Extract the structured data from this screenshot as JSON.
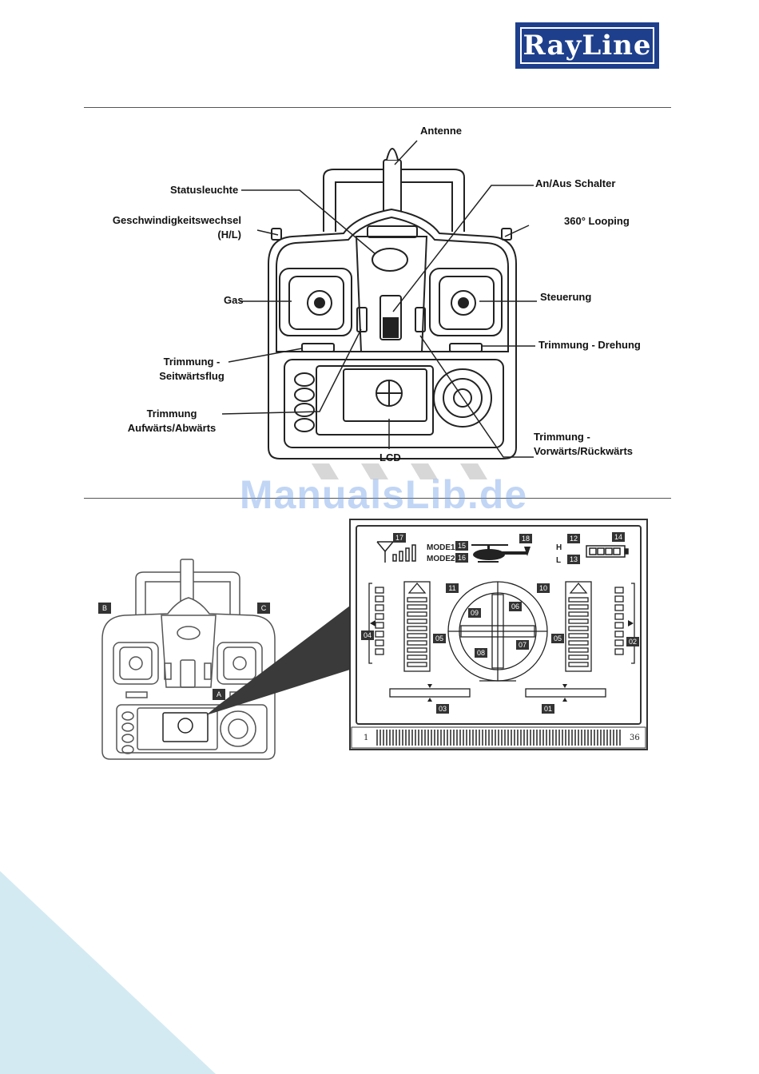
{
  "brand": {
    "logo_text": "RayLine"
  },
  "watermark": "ManualsLib.de",
  "figure1": {
    "labels": {
      "antenne": "Antenne",
      "statusleuchte": "Statusleuchte",
      "an_aus": "An/Aus Schalter",
      "geschwindigkeit_1": "Geschwindigkeitswechsel",
      "geschwindigkeit_2": "(H/L)",
      "looping": "360° Looping",
      "gas": "Gas",
      "steuerung": "Steuerung",
      "trim_seit_1": "Trimmung -",
      "trim_seit_2": "Seitwärtsflug",
      "trim_dreh": "Trimmung - Drehung",
      "trim_auf_1": "Trimmung",
      "trim_auf_2": "Aufwärts/Abwärts",
      "lcd": "LCD",
      "trim_vor_1": "Trimmung -",
      "trim_vor_2": "Vorwärts/Rückwärts"
    }
  },
  "figure2": {
    "small_markers": {
      "a": "A",
      "b": "B",
      "c": "C"
    },
    "lcd": {
      "mode1": "MODE1",
      "mode2": "MODE2",
      "h": "H",
      "l": "L",
      "pin_start": "1",
      "pin_end": "36",
      "segments": [
        "01",
        "02",
        "03",
        "04",
        "05",
        "05",
        "06",
        "07",
        "08",
        "09",
        "10",
        "11",
        "12",
        "13",
        "14",
        "15",
        "16",
        "17",
        "18"
      ]
    }
  }
}
